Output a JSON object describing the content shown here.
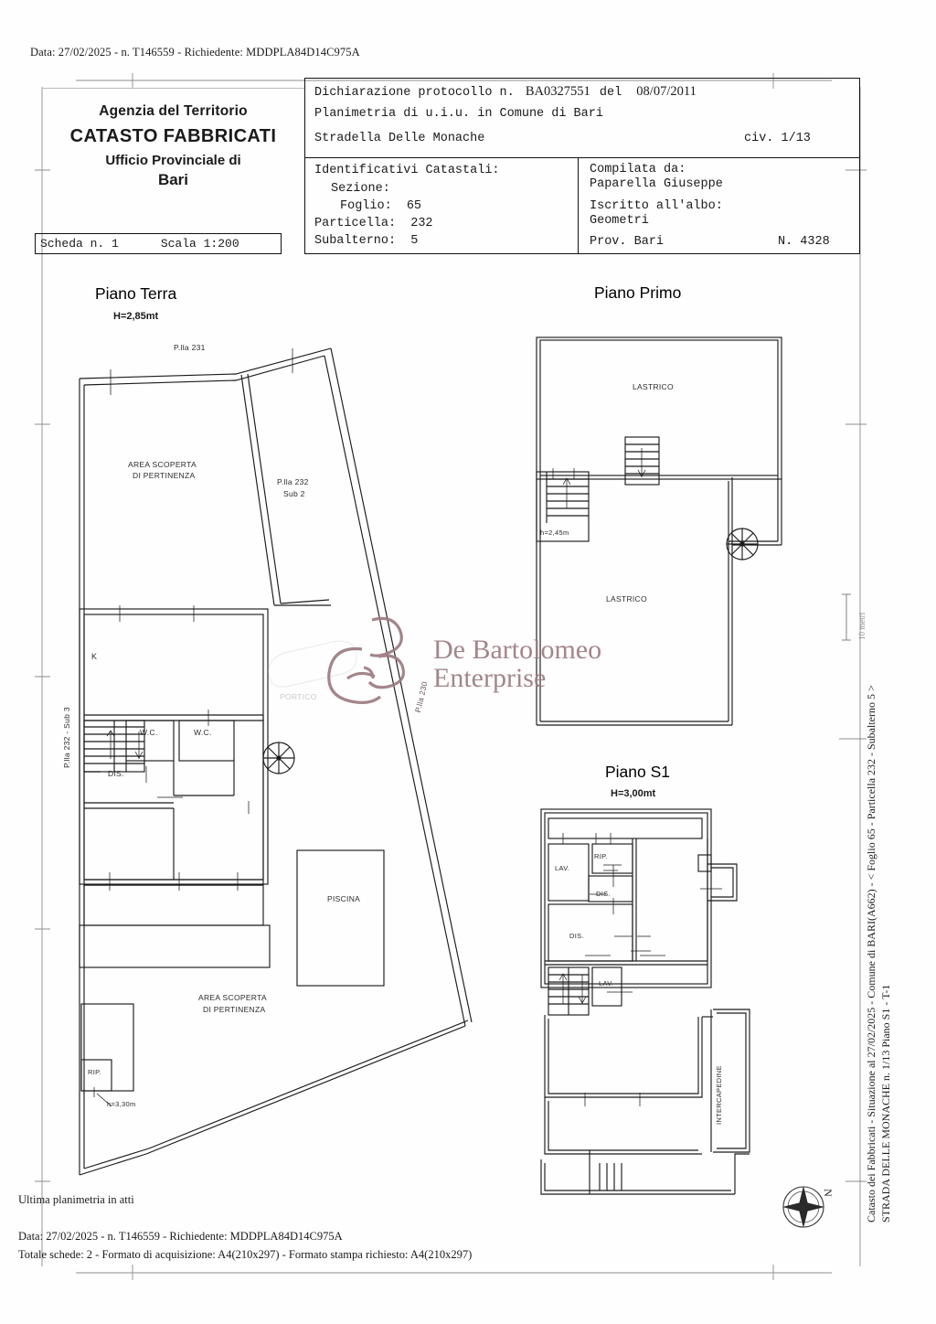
{
  "document": {
    "top_request_line": "Data: 27/02/2025 - n. T146559 - Richiedente: MDDPLA84D14C975A",
    "footer_note": "Ultima planimetria in atti",
    "footer_line1": "Data: 27/02/2025 - n. T146559 - Richiedente: MDDPLA84D14C975A",
    "footer_line2": "Totale schede: 2 - Formato di acquisizione: A4(210x297)  - Formato stampa richiesto: A4(210x297)"
  },
  "agency": {
    "line1": "Agenzia del Territorio",
    "line2": "CATASTO FABBRICATI",
    "line3": "Ufficio Provinciale di",
    "line4": "Bari"
  },
  "scheda": {
    "numero": "Scheda n. 1",
    "scala": "Scala 1:200"
  },
  "titleblock": {
    "dichiarazione_label": "Dichiarazione protocollo n.",
    "dichiarazione_num": "BA0327551",
    "dichiarazione_del": "del",
    "dichiarazione_data": "08/07/2011",
    "planimetria": "Planimetria di u.i.u. in Comune di Bari",
    "indirizzo": "Stradella Delle Monache",
    "civico": "civ. 1/13",
    "identificativi_label": "Identificativi Catastali:",
    "sezione_label": "Sezione:",
    "sezione_val": "",
    "foglio_label": "Foglio:",
    "foglio_val": "65",
    "particella_label": "Particella:",
    "particella_val": "232",
    "subalterno_label": "Subalterno:",
    "subalterno_val": "5",
    "compilata_label": "Compilata da:",
    "compilata_val": "Paparella Giuseppe",
    "iscritto_label": "Iscritto all'albo:",
    "iscritto_val": "Geometri",
    "prov_label": "Prov. Bari",
    "albo_num": "N.  4328"
  },
  "floors": {
    "terra": {
      "title": "Piano Terra",
      "height": "H=2,85mt"
    },
    "primo": {
      "title": "Piano Primo"
    },
    "s1": {
      "title": "Piano S1",
      "height": "H=3,00mt"
    }
  },
  "labels": {
    "plla231": "P.lla 231",
    "plla232sub2_a": "P.lla 232",
    "plla232sub2_b": "Sub 2",
    "plla232sub3": "P.lla 232 - Sub 3",
    "plla230": "P.lla 230",
    "area_scoperta_a1": "AREA SCOPERTA",
    "area_scoperta_a2": "DI PERTINENZA",
    "area_scoperta_b1": "AREA SCOPERTA",
    "area_scoperta_b2": "DI PERTINENZA",
    "k": "K",
    "wc1": "W.C.",
    "wc2": "W.C.",
    "dis_terra": "DIS.",
    "portico": "PORTICO",
    "piscina": "PISCINA",
    "rip_terra": "RIP.",
    "h330": "h=3,30m",
    "lastrico1": "LASTRICO",
    "lastrico2": "LASTRICO",
    "h245": "h=2,45m",
    "lav1": "LAV.",
    "rip_s1": "RIP.",
    "dis_s1_a": "DIS.",
    "dis_s1_b": "DIS.",
    "lav2": "LAV.",
    "intercapedine": "INTERCAPEDINE"
  },
  "sidebar": {
    "line1": "Catasto dei Fabbricati - Situazione al 27/02/2025 - Comune di BARI(A662) - < Foglio 65 - Particella  232 - Subalterno 5 >",
    "line2": "STRADA DELLE MONACHE n. 1/13 Piano S1 - T-1",
    "scalebar": "10 metri"
  },
  "watermark": {
    "line1": "De Bartolomeo",
    "line2": "Enterprise",
    "color": "#9c7b81"
  },
  "compass": {
    "north": "N"
  }
}
